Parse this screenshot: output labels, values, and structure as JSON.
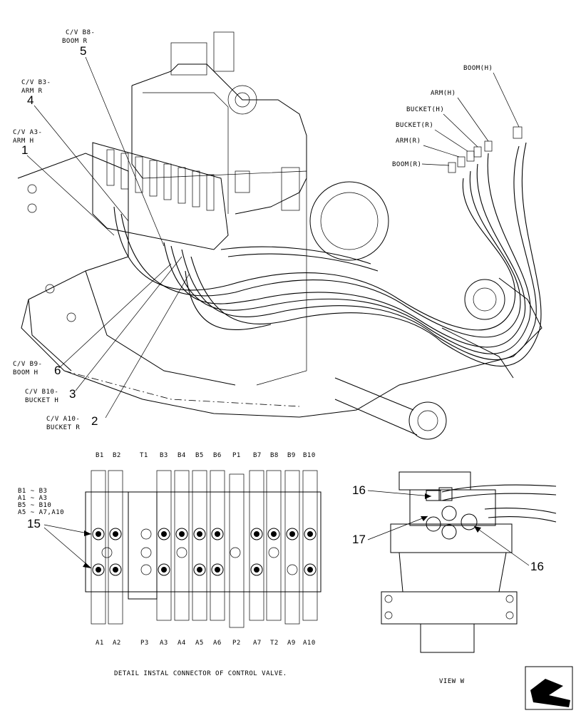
{
  "main_callouts": [
    {
      "id": "c5",
      "label_line1": "C/V B8-",
      "label_line2": "BOOM R",
      "number": "5"
    },
    {
      "id": "c4",
      "label_line1": "C/V B3-",
      "label_line2": "ARM R",
      "number": "4"
    },
    {
      "id": "c1",
      "label_line1": "C/V A3-",
      "label_line2": "ARM H",
      "number": "1"
    },
    {
      "id": "c6",
      "label_line1": "C/V B9-",
      "label_line2": "BOOM H",
      "number": "6"
    },
    {
      "id": "c3",
      "label_line1": "C/V B10-",
      "label_line2": "BUCKET H",
      "number": "3"
    },
    {
      "id": "c2",
      "label_line1": "C/V A10-",
      "label_line2": "BUCKET R",
      "number": "2"
    }
  ],
  "hose_labels": [
    "BOOM(H)",
    "ARM(H)",
    "BUCKET(H)",
    "BUCKET(R)",
    "ARM(R)",
    "BOOM(R)"
  ],
  "valve_detail": {
    "top_ports": [
      "B1",
      "B2",
      "T1",
      "B3",
      "B4",
      "B5",
      "B6",
      "P1",
      "B7",
      "B8",
      "B9",
      "B10"
    ],
    "bottom_ports": [
      "A1",
      "A2",
      "P3",
      "A3",
      "A4",
      "A5",
      "A6",
      "P2",
      "A7",
      "T2",
      "A9",
      "A10"
    ],
    "legend": [
      "B1 ~ B3",
      "A1 ~ A3",
      "B5 ~ B10",
      "A5 ~ A7,A10"
    ],
    "callout": "15",
    "caption": "DETAIL INSTAL CONNECTOR OF CONTROL VALVE."
  },
  "motor_view": {
    "callouts": [
      "16",
      "17",
      "16"
    ],
    "caption": "VIEW W"
  }
}
